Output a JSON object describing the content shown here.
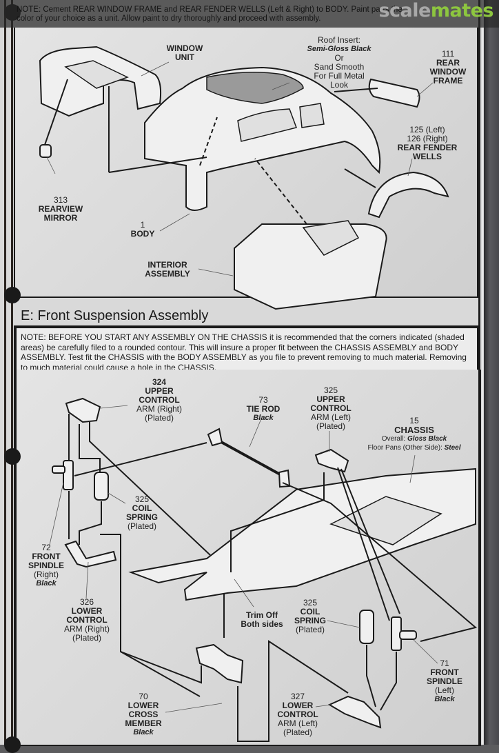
{
  "header": {
    "top_note": "NOTE: Cement REAR WINDOW FRAME and REAR FENDER WELLS (Left & Right) to BODY. Paint parts the color of your choice as a unit. Allow paint to dry thoroughly and proceed with assembly.",
    "watermark_part1": "scale",
    "watermark_part2": "mates"
  },
  "colors": {
    "watermark_gray": "#a8a8a8",
    "watermark_green": "#8dc63f",
    "ink": "#1a1a1a",
    "paper": "#d9d9d9"
  },
  "body_section": {
    "labels": {
      "window_unit": [
        "WINDOW",
        "UNIT"
      ],
      "roof_insert": {
        "title": "Roof Insert:",
        "color": "Semi-Gloss Black",
        "line3": "Or",
        "line4": "Sand Smooth",
        "line5": "For Full Metal",
        "line6": "Look"
      },
      "rear_window_frame": {
        "number": "111",
        "name": [
          "REAR",
          "WINDOW",
          "FRAME"
        ]
      },
      "rear_fender_wells": {
        "number_left": "125 (Left)",
        "number_right": "126 (Right)",
        "name": [
          "REAR FENDER",
          "WELLS"
        ]
      },
      "rearview_mirror": {
        "number": "313",
        "name": [
          "REARVIEW",
          "MIRROR"
        ]
      },
      "body": {
        "number": "1",
        "name": "BODY"
      },
      "interior_assembly": [
        "INTERIOR",
        "ASSEMBLY"
      ]
    }
  },
  "front_suspension": {
    "title": "E: Front Suspension Assembly",
    "note": "NOTE: BEFORE YOU START ANY ASSEMBLY ON THE CHASSIS it is recommended that the corners indicated (shaded areas) be carefully filed to a rounded contour. This will insure a proper fit between the CHASSIS ASSEMBLY and BODY ASSEMBLY. Test fit the CHASSIS with the BODY ASSEMBLY as you file to prevent removing to much material. Removing to much material could cause a hole in the CHASSIS.",
    "labels": {
      "upper_arm_right": {
        "number": "324",
        "name": [
          "UPPER",
          "CONTROL",
          "ARM (Right)",
          "(Plated)"
        ]
      },
      "tie_rod": {
        "number": "73",
        "name": "TIE ROD",
        "color": "Black"
      },
      "upper_arm_left": {
        "number": "325",
        "name": [
          "UPPER",
          "CONTROL",
          "ARM (Left)",
          "(Plated)"
        ]
      },
      "chassis": {
        "number": "15",
        "name": "CHASSIS",
        "overall_label": "Overall:",
        "overall_color": "Gloss Black",
        "floor_label": "Floor Pans (Other Side):",
        "floor_color": "Steel"
      },
      "coil_spring_right": {
        "number": "325",
        "name": [
          "COIL",
          "SPRING",
          "(Plated)"
        ]
      },
      "front_spindle_right": {
        "number": "72",
        "name": [
          "FRONT",
          "SPINDLE",
          "(Right)"
        ],
        "color": "Black"
      },
      "lower_arm_right": {
        "number": "326",
        "name": [
          "LOWER",
          "CONTROL",
          "ARM (Right)",
          "(Plated)"
        ]
      },
      "trim_off": [
        "Trim Off",
        "Both sides"
      ],
      "coil_spring_left": {
        "number": "325",
        "name": [
          "COIL",
          "SPRING",
          "(Plated)"
        ]
      },
      "front_spindle_left": {
        "number": "71",
        "name": [
          "FRONT",
          "SPINDLE",
          "(Left)"
        ],
        "color": "Black"
      },
      "lower_cross_member": {
        "number": "70",
        "name": [
          "LOWER",
          "CROSS",
          "MEMBER"
        ],
        "color": "Black"
      },
      "lower_arm_left": {
        "number": "327",
        "name": [
          "LOWER",
          "CONTROL",
          "ARM (Left)",
          "(Plated)"
        ]
      }
    }
  }
}
